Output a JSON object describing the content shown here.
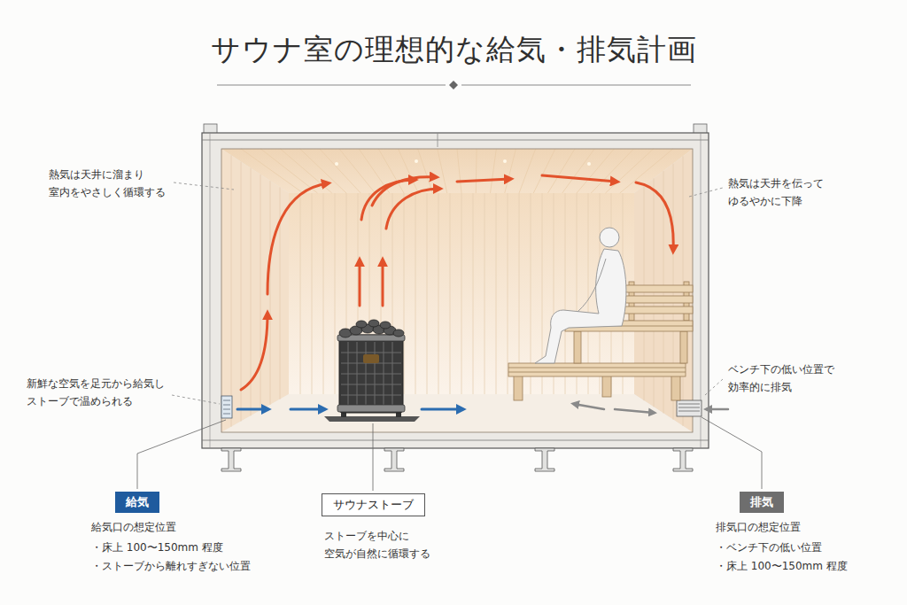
{
  "diagram": {
    "title": "サウナ室の理想的な給気・排気計画",
    "nodes": [
      {
        "text": [
          "給気"
        ]
      },
      {
        "text": [
          "サウナストーブ"
        ]
      },
      {
        "text": [
          "排気"
        ]
      }
    ],
    "labels": [
      "熱気は天井に溜まり 室内をやさしく循環する",
      "熱気は天井を伝って ゆるやかに下降",
      "新鮮な空気を足元から給気し ストーブで温められる",
      "ベンチ下の低い位置で 効率的に排気",
      "給気口の想定位置",
      "・床上 100〜150mm 程度",
      "・ストーブから離れすぎない位置",
      "ストーブを中心に 空気が自然に循環する",
      "排気口の想定位置",
      "・ベンチ下の低い位置",
      "・床上 100〜150mm 程度"
    ]
  }
}
